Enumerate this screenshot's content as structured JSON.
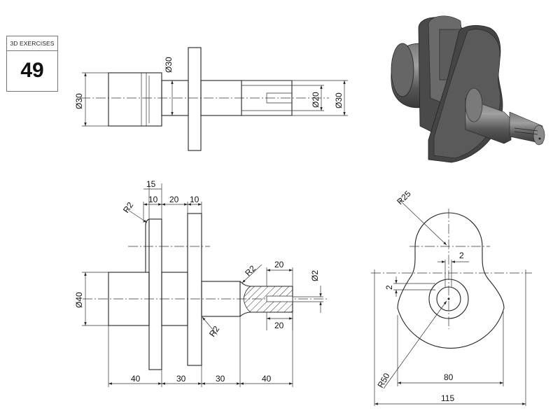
{
  "badge": {
    "title": "3D EXERCISES",
    "number": "49"
  },
  "dims": {
    "top_left_d30": "Ø30",
    "top_flange_d30": "Ø30",
    "top_slot_d20": "Ø20",
    "top_end_d30": "Ø30",
    "side_15": "15",
    "side_10a": "10",
    "side_20": "20",
    "side_10b": "10",
    "side_r2_top": "R2",
    "side_r2_mid": "R2",
    "side_r2_bot": "R2",
    "side_20_top": "20",
    "side_20_bot": "20",
    "side_d2": "Ø2",
    "side_d40": "Ø40",
    "side_40a": "40",
    "side_30a": "30",
    "side_30b": "30",
    "side_40b": "40",
    "front_r25": "R25",
    "front_2h": "2",
    "front_2v": "2",
    "front_r50": "R50",
    "front_80": "80",
    "front_115": "115"
  },
  "colors": {
    "line": "#222222",
    "iso_dark": "#3a3a3a",
    "iso_mid": "#5a5a5a",
    "iso_light": "#8a8a8a"
  }
}
